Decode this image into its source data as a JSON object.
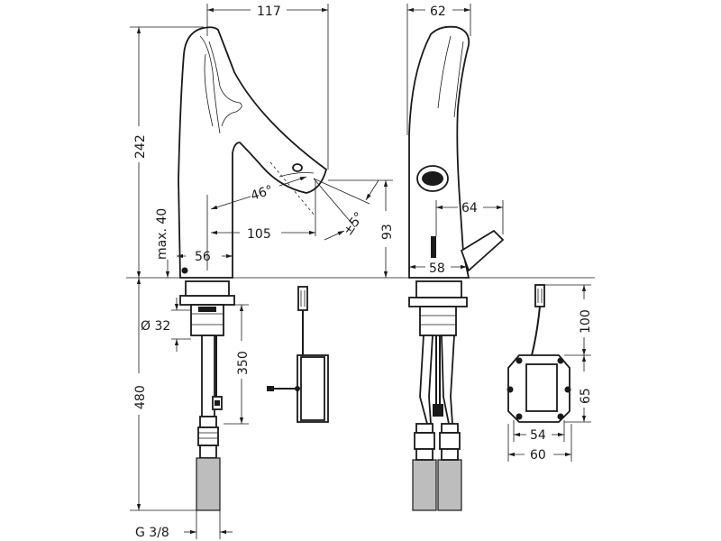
{
  "dimensions": {
    "spout_reach_top": "117",
    "side_width_top": "62",
    "overall_height": "242",
    "max_thickness": "max. 40",
    "spout_angle": "46°",
    "spout_reach": "105",
    "swivel_angle": "±5°",
    "base_width": "56",
    "spout_height": "93",
    "lever_offset": "64",
    "side_base_width": "58",
    "shank_diameter": "Ø 32",
    "hose_length": "350",
    "supply_length": "480",
    "sensor_cable": "100",
    "box_height": "65",
    "box_inner_width": "54",
    "box_outer_width": "60",
    "connection_thread": "G 3/8"
  },
  "colors": {
    "line": "#1a1a1a",
    "background": "#ffffff",
    "fill_gray": "#bdbdbd"
  }
}
